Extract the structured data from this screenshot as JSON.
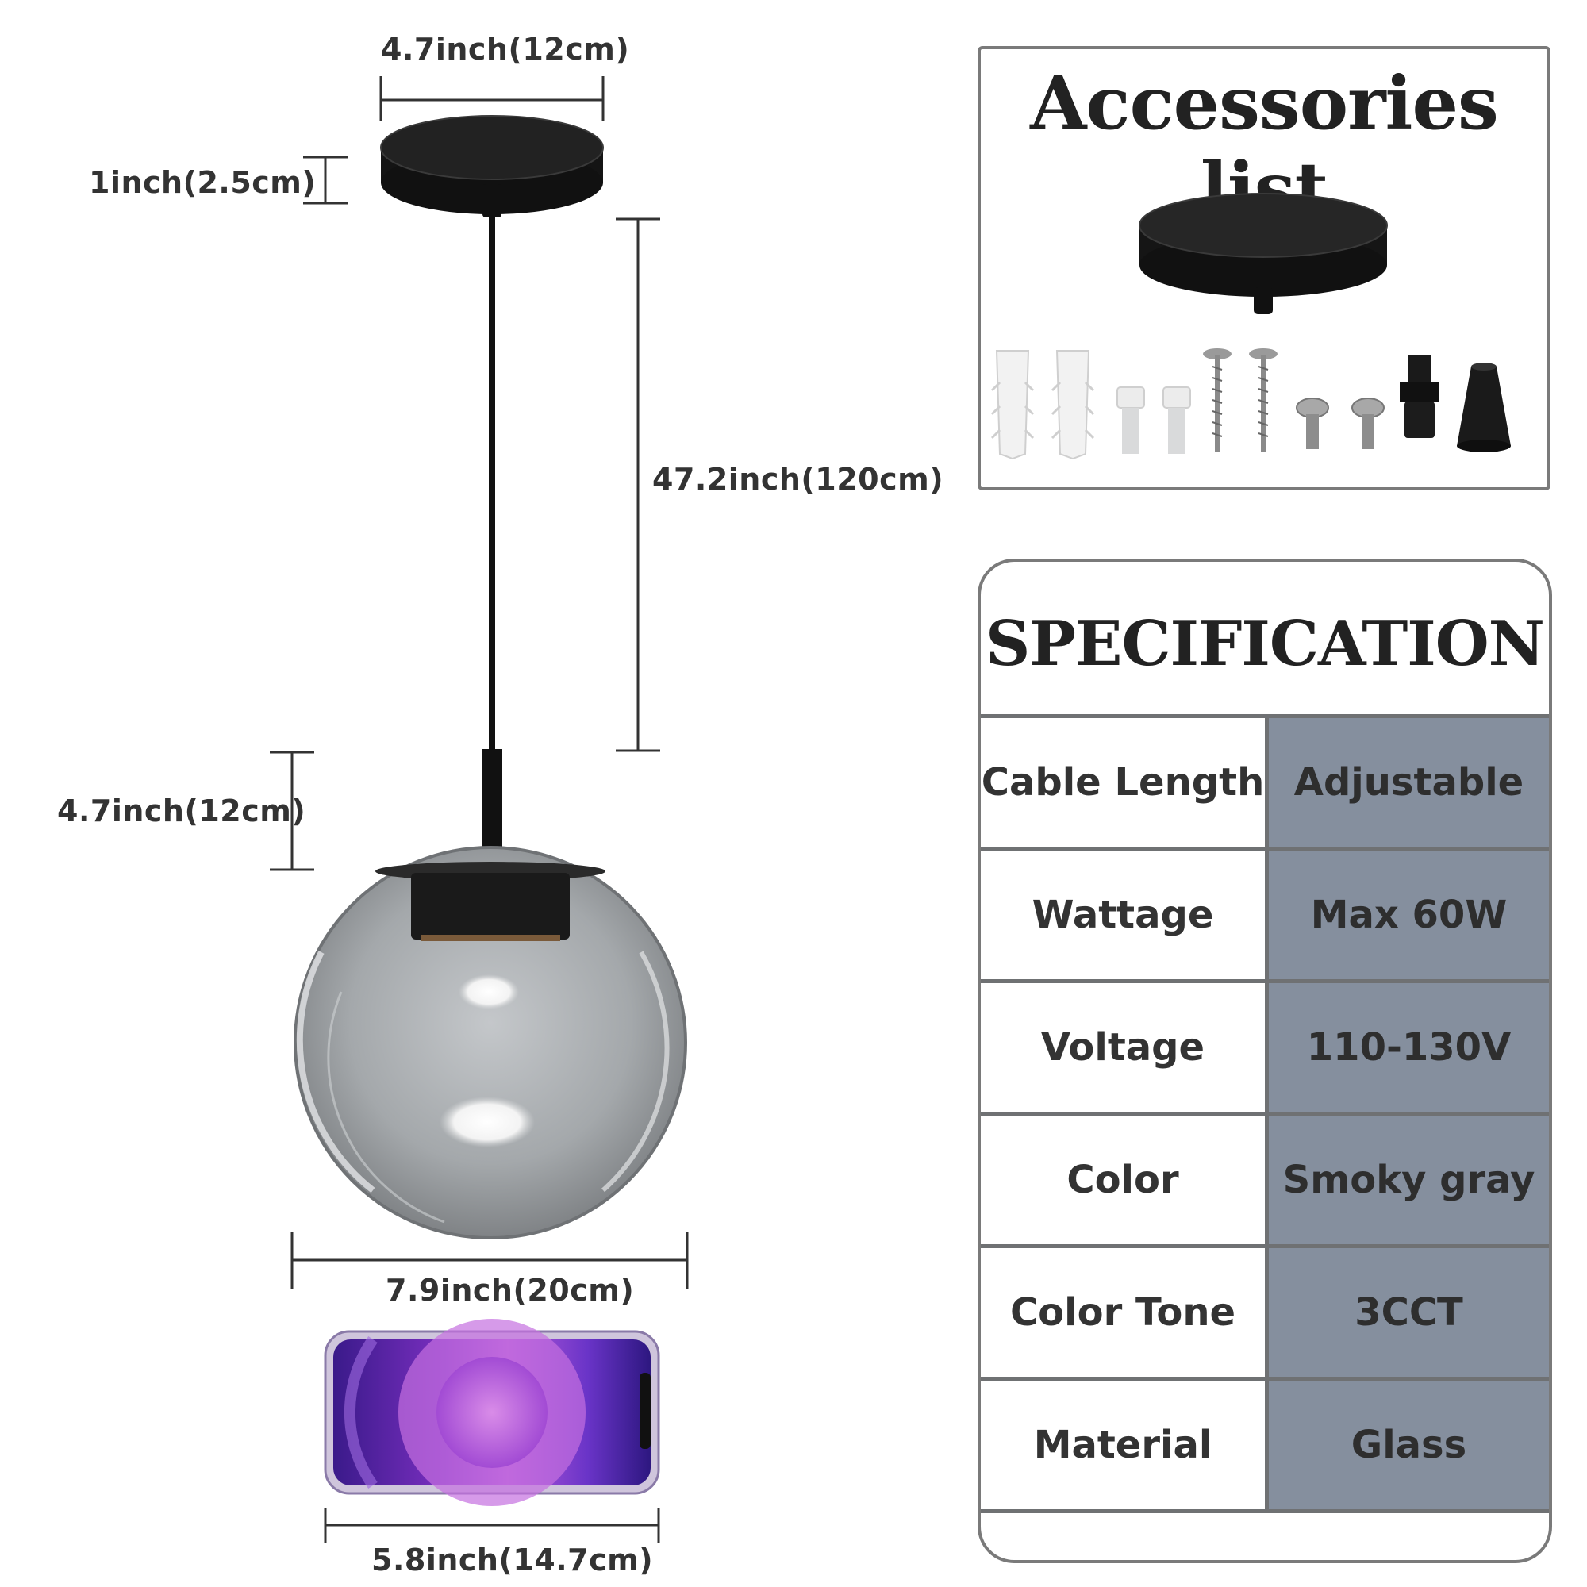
{
  "dimensions": {
    "canopy_width": "4.7inch(12cm)",
    "canopy_height": "1inch(2.5cm)",
    "cable_length": "47.2inch(120cm)",
    "socket_height": "4.7inch(12cm)",
    "globe_width": "7.9inch(20cm)",
    "phone_width": "5.8inch(14.7cm)"
  },
  "accessories": {
    "title": "Accessories list",
    "items": [
      "canopy-plate",
      "wall-anchor",
      "wall-anchor",
      "short-anchor",
      "short-anchor",
      "long-screw",
      "long-screw",
      "short-screw",
      "short-screw",
      "cable-gripper",
      "cable-gripper-cap"
    ]
  },
  "specification": {
    "title": "SPECIFICATION",
    "rows": [
      {
        "label": "Cable Length",
        "value": "Adjustable"
      },
      {
        "label": "Wattage",
        "value": "Max 60W"
      },
      {
        "label": "Voltage",
        "value": "110-130V"
      },
      {
        "label": "Color",
        "value": "Smoky gray"
      },
      {
        "label": "Color Tone",
        "value": "3CCT"
      },
      {
        "label": "Material",
        "value": "Glass"
      }
    ]
  },
  "colors": {
    "spec_value_bg": "#858f9e",
    "border": "#7a7a7a",
    "text": "#333333",
    "globe": "#8f9396",
    "phone_screen": "#5b2ea6"
  }
}
